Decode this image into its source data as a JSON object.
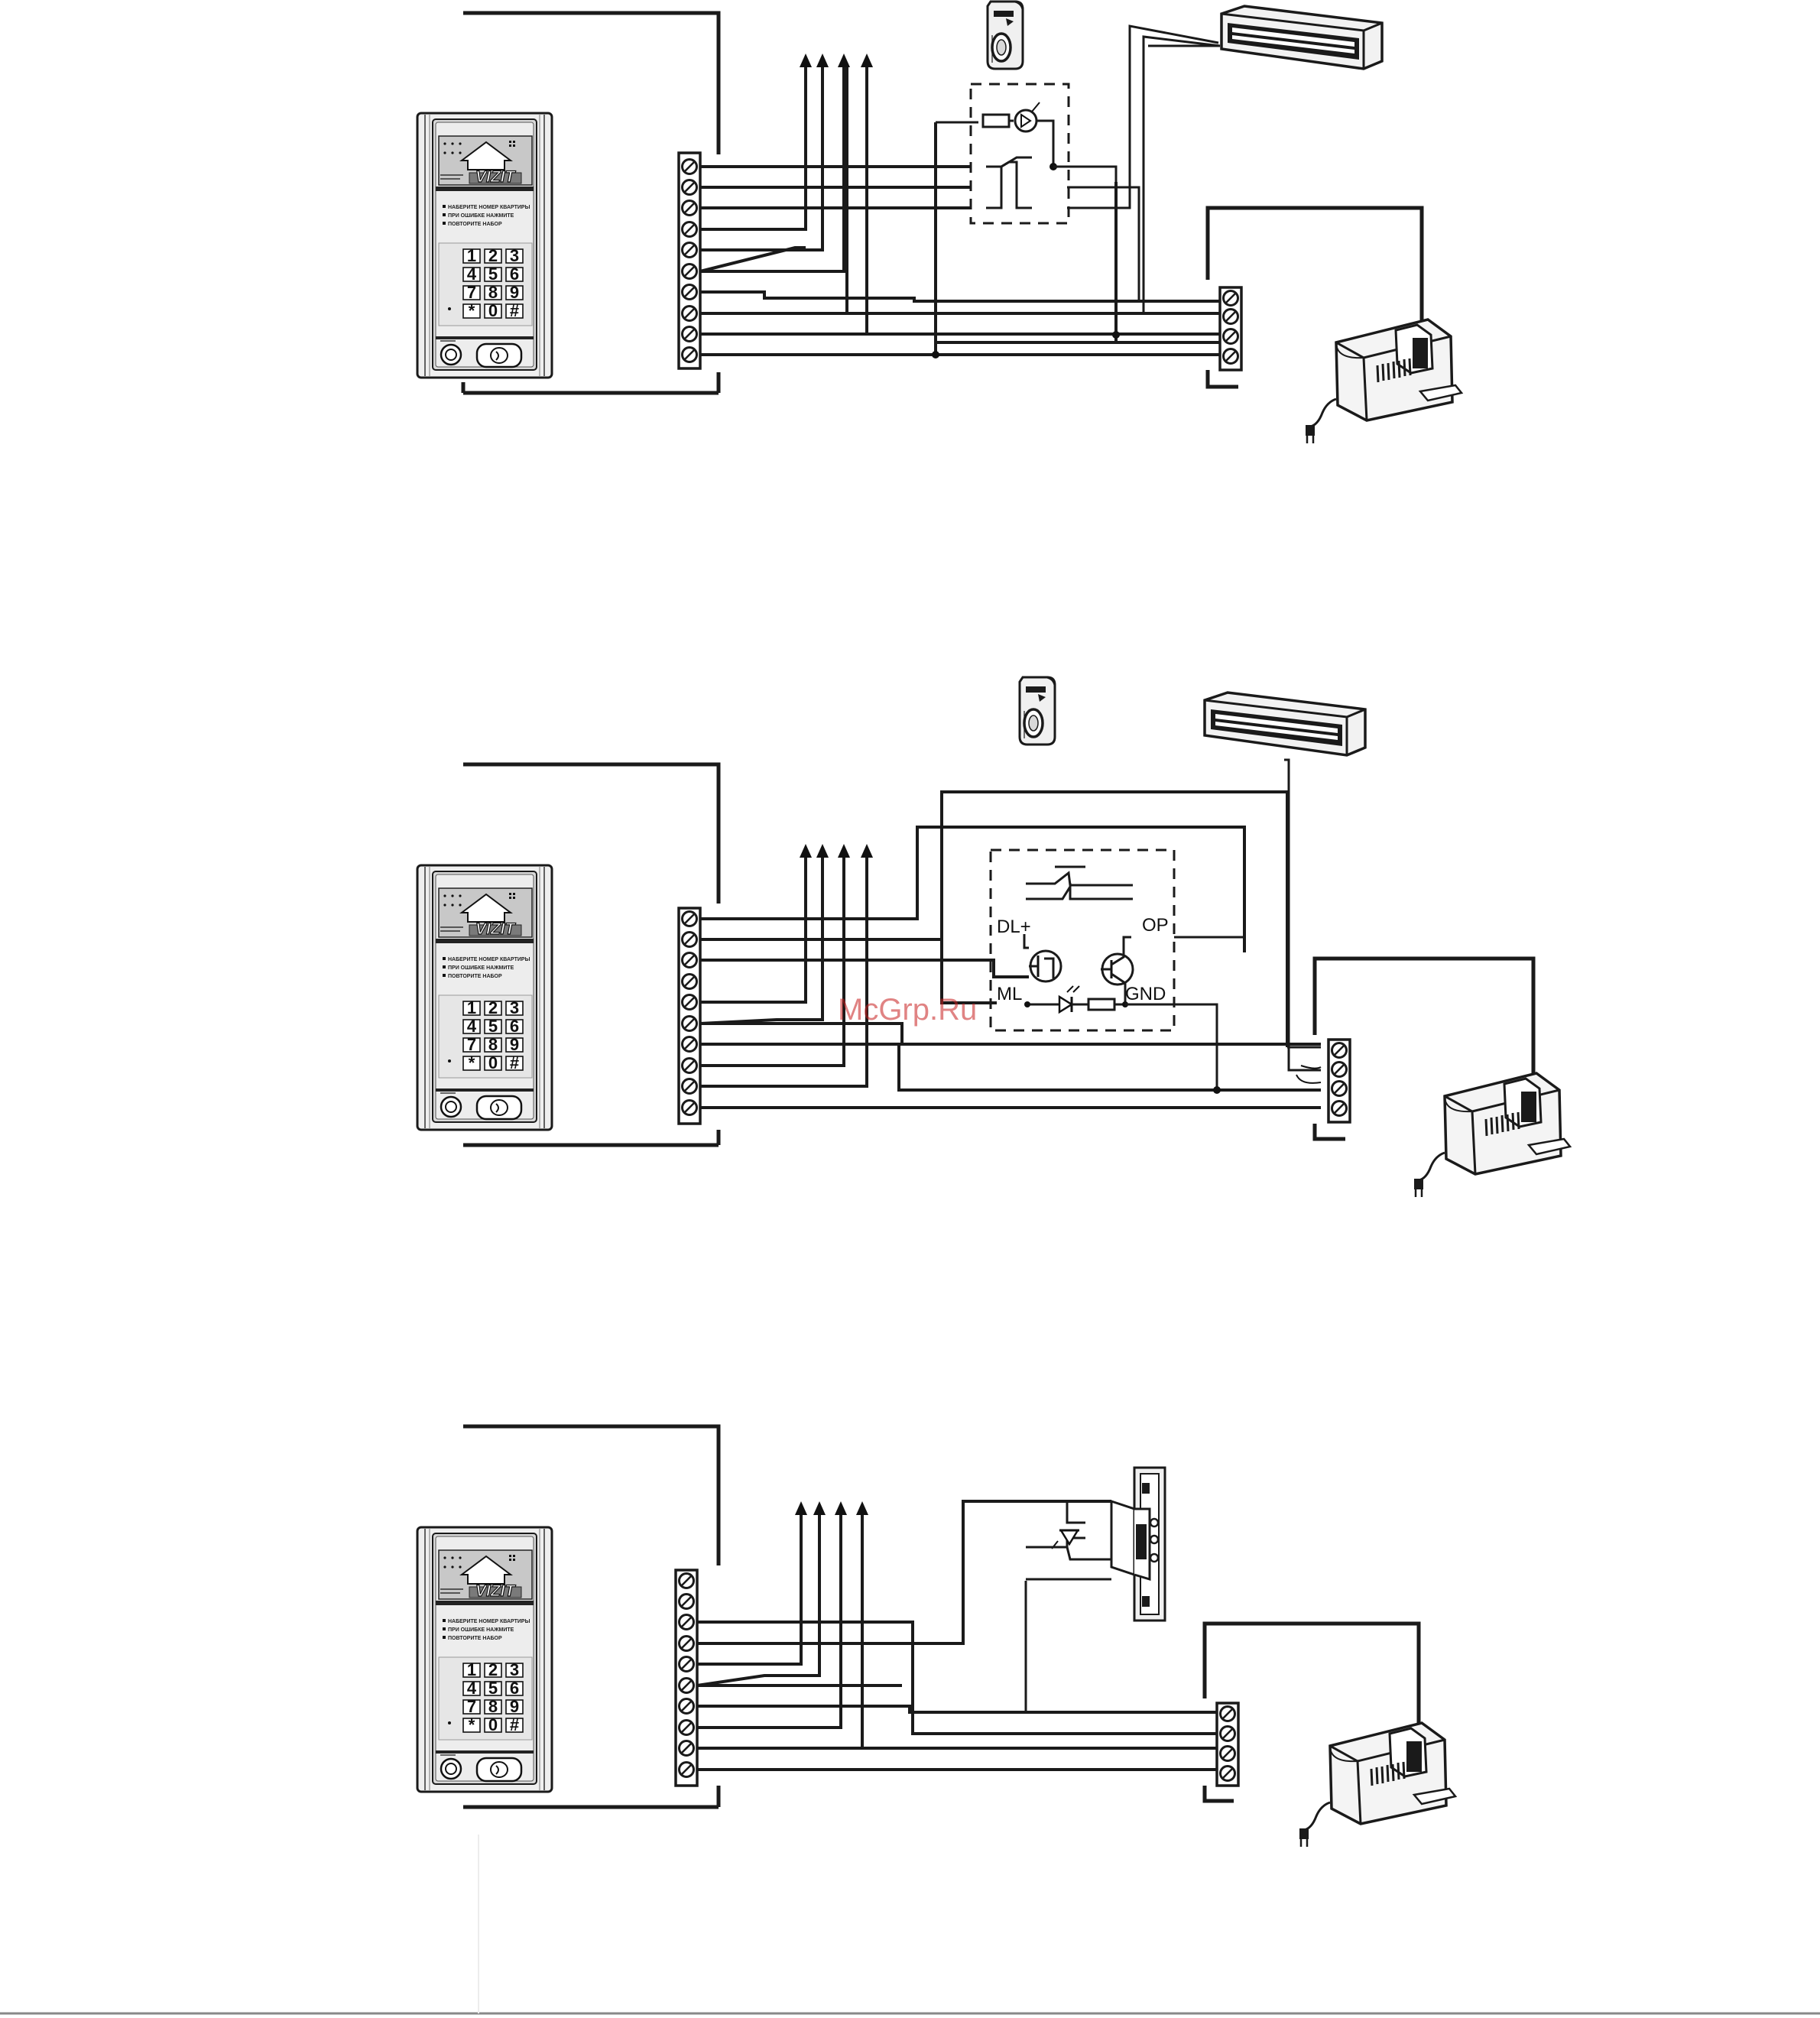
{
  "panel": {
    "brand": "VIZIT",
    "keys": [
      "1",
      "2",
      "3",
      "4",
      "5",
      "6",
      "7",
      "8",
      "9",
      "*",
      "0",
      "#"
    ],
    "notice_lines": [
      "НАБЕРИТЕ НОМЕР КВАРТИРЫ",
      "ПРИ ОШИБКЕ НАЖМИТЕ",
      "ПОВТОРИТЕ НАБОР"
    ]
  },
  "diagram2": {
    "module_labels": {
      "dl": "DL+",
      "op": "OP",
      "ml": "ML",
      "gnd": "GND"
    }
  },
  "watermark": "McGrp.Ru"
}
